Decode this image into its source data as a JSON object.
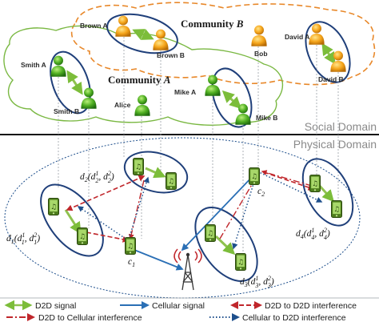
{
  "communities": {
    "a": {
      "prefix": "Community ",
      "letter": "A"
    },
    "b": {
      "prefix": "Community ",
      "letter": "B"
    }
  },
  "users": {
    "smith_a": "Smith A",
    "smith_b": "Smith B",
    "alice": "Alice",
    "brown_a": "Brown A",
    "brown_b": "Brown B",
    "bob": "Bob",
    "mike_a": "Mike A",
    "mike_b": "Mike B",
    "david_a": "David A",
    "david_b": "David B"
  },
  "domains": {
    "social": "Social Domain",
    "physical": "Physical Domain"
  },
  "pairs": {
    "d1": {
      "main": "d",
      "sub": "1",
      "args": "(d",
      "a1sup": "1",
      "a1sub": "1",
      "sep": ", d",
      "a2sup": "2",
      "a2sub": "1",
      "close": ")"
    },
    "d2": {
      "main": "d",
      "sub": "2",
      "args": "(d",
      "a1sup": "1",
      "a1sub": "2",
      "sep": ", d",
      "a2sup": "2",
      "a2sub": "2",
      "close": ")"
    },
    "d3": {
      "main": "d",
      "sub": "3",
      "args": "(d",
      "a1sup": "1",
      "a1sub": "3",
      "sep": ", d",
      "a2sup": "2",
      "a2sub": "3",
      "close": ")"
    },
    "d4": {
      "main": "d",
      "sub": "4",
      "args": "(d",
      "a1sup": "1",
      "a1sub": "4",
      "sep": ", d",
      "a2sup": "2",
      "a2sub": "4",
      "close": ")"
    }
  },
  "cellular_users": {
    "c1": {
      "main": "c",
      "sub": "1"
    },
    "c2": {
      "main": "c",
      "sub": "2"
    }
  },
  "legend": {
    "d2d_signal": "D2D signal",
    "cellular_signal": "Cellular signal",
    "d2d_to_d2d": "D2D to D2D interference",
    "d2d_to_cellular": "D2D to Cellular interference",
    "cellular_to_d2d": "Cellular to D2D interference"
  },
  "colors": {
    "person_green": "#3c9b1d",
    "person_orange": "#f0a21a",
    "d2d_signal": "#7cbd3a",
    "cellular_signal": "#2a6fb5",
    "d2d_interference": "#c0262b",
    "ellipse": "#1f3f7a"
  }
}
